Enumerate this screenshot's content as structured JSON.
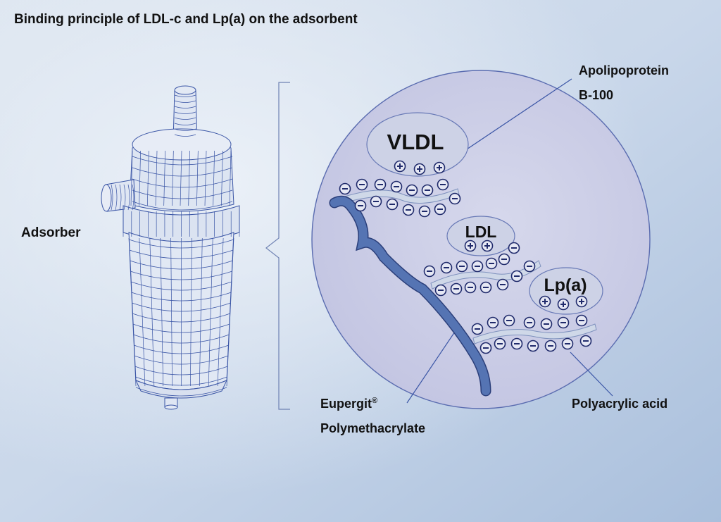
{
  "title": "Binding principle of LDL-c and Lp(a) on the adsorbent",
  "labels": {
    "adsorber": "Adsorber",
    "apolipoprotein_line1": "Apolipoprotein",
    "apolipoprotein_line2": "B-100",
    "eupergit_line1": "Eupergit",
    "eupergit_reg": "®",
    "eupergit_line2": "Polymethacrylate",
    "polyacrylic_acid": "Polyacrylic acid"
  },
  "particles": {
    "vldl": "VLDL",
    "ldl": "LDL",
    "lpa": "Lp(a)"
  },
  "charges": {
    "positive": "+",
    "negative": "−"
  },
  "colors": {
    "background": "#c9d6e8",
    "circle_fill": "#c8c9e4",
    "ellipse_fill": "#cfd3e6",
    "mesh": "#3b56a6",
    "charge": "#1f2a6b",
    "polymer": "#4d6aa8"
  }
}
